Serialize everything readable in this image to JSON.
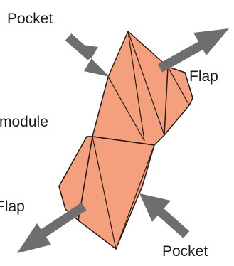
{
  "labels": {
    "pocket_top": "Pocket",
    "flap_right": "Flap",
    "module": "module",
    "flap_left": "Flap",
    "pocket_bottom": "Pocket"
  },
  "colors": {
    "paper_fill": "#f4a07e",
    "paper_stroke": "#2a1a12",
    "arrow": "#6e6e6e",
    "text": "#1a1a1a"
  }
}
